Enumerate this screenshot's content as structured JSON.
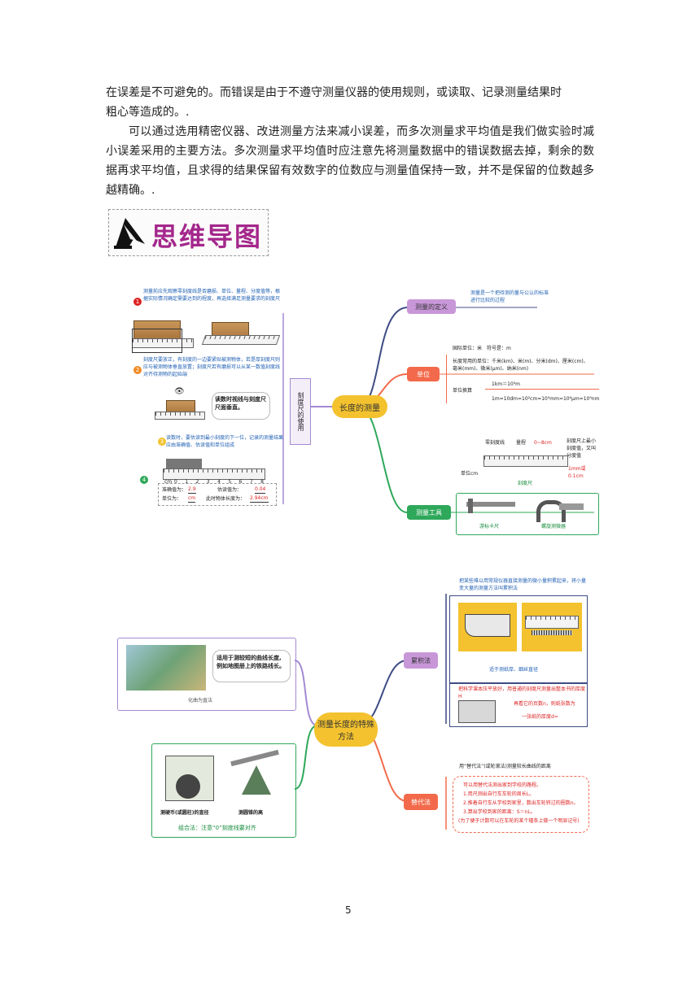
{
  "paragraphs": {
    "p1_line1": "在误差是不可避免的。而错误是由于不遵守测量仪器的使用规则，或读取、记录测量结果时",
    "p1_line2": "粗心等造成的。.",
    "p2": "可以通过选用精密仪器、改进测量方法来减小误差，而多次测量求平均值是我们做实验时减小误差采用的主要方法。多次测量求平均值时应注意先将测量数据中的错误数据去掉，剩余的数据再求平均值，且求得的结果保留有效数字的位数应与测量值保持一致，并不是保留的位数越多越精确。."
  },
  "banner": {
    "title": "思维导图",
    "icon": "pointer-hand-icon"
  },
  "map1": {
    "center": "长度的测量",
    "ruler_use_label": "刻度尺的使用",
    "step1_text": "测量前应先观察零刻度线是否磨损、单位、量程、分度值等，根据实际情况确定需要达到的程度，再选择满足测量要求的刻度尺",
    "step2_text": "刻度尺要放正，有刻度的一边要紧贴被测物体，若是厚刻度尺则应与被测物体垂直放置；刻度尺若有磨损可以从某一数值刻度线对齐待测物的起始端",
    "step3_text": "读数时，要估读到最小刻度的下一位，记录的测量结果应由准确值、估读值和单位组成",
    "eye_text": "读数时视线与刻度尺尺面垂直。",
    "ruler_label_cm": "cm",
    "ruler_numbers": [
      "0",
      "1",
      "2",
      "3",
      "4",
      "5",
      "6",
      "7",
      "8"
    ],
    "reading": {
      "accurate_label": "准确值为：",
      "accurate_value": "2.9",
      "estimate_label": "估读值为：",
      "estimate_value": "0.04",
      "unit_label": "单位为：",
      "unit_value": "cm",
      "length_label": "此时物体长度为：",
      "length_value": "2.94cm"
    },
    "def_node": "测量的定义",
    "def_text": "测量是一个把待测的量与公认的标准进行比较的过程",
    "unit_node": "单位",
    "unit_si": "国际单位：米　符号是：m",
    "unit_common": "长度常用的单位：千米(km)、米(m)、分米(dm)、厘米(cm)、毫米(mm)、微米(μm)、纳米(nm)",
    "unit_convert_label": "单位换算",
    "unit_convert_1": "1km＝10³m",
    "unit_convert_2": "1m=10dm=10²cm=10³mm=10⁶μm=10⁹nm",
    "tool_node": "测量工具",
    "ruler_img": {
      "zero_label": "零刻度线",
      "range_label": "量程",
      "range_value": "0~8cm",
      "div_label": "刻度尺上最小刻度值，又叫分度值",
      "unit_small": "单位cm",
      "div_value": "1mm或0.1cm",
      "caption": "刻度尺"
    },
    "caliper_caption": "游标卡尺",
    "micrometer_caption": "螺旋测微器"
  },
  "map2": {
    "center": "测量长度的特殊方法",
    "accum_node": "累积法",
    "accum_text": "把某些难以用常规仪器直接测量的微小量积累起来，将小量变大量的测量方法叫累积法",
    "accum_caption": "适于测纸厚、细丝直径",
    "accum_text2": "把科学课本压平放好，用普通的刻度尺测量出整本书的厚度H",
    "accum_text3": "再看它的页数n，则纸张数为",
    "accum_text4": "一张纸的厚度d=",
    "curve_text": "适用于测较短的曲线长度,例如地图册上的铁路线长。",
    "curve_caption": "化曲为直法",
    "combo_caption1": "测硬币(或圆柱)的直径",
    "combo_caption2": "测圆锥的高",
    "combo_caption3": "组合法：注意“0”刻度线要对齐",
    "subst_node": "替代法",
    "subst_title": "用“替代法”(或轮滚法)测量较长曲线的距离",
    "subst_lines": [
      "可以用替代法测出家到学校的路程。",
      "1.用尺测出自行车车轮的周长L。",
      "2.推着自行车从学校到家里，数出车轮转过的圈数n。",
      "3.算出学校到家的距离：S＝nL。",
      "(为了便于计数可以在车轮的某个辐条上做一个明显记号)"
    ]
  },
  "page_number": "5"
}
